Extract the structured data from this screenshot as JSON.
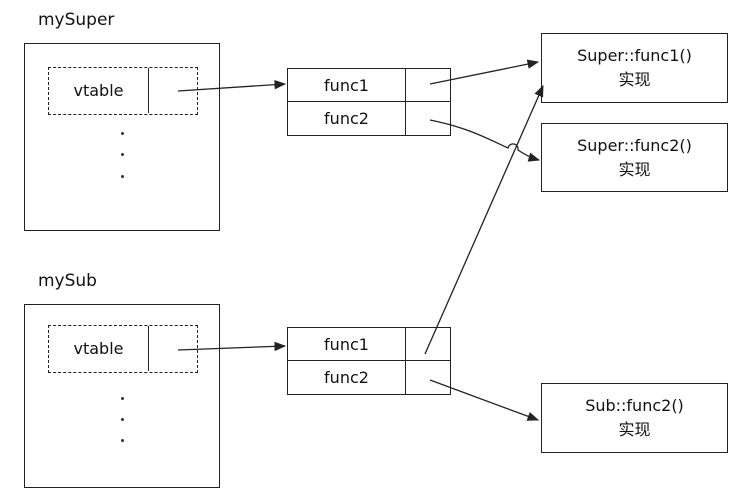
{
  "objects": {
    "super_label": "mySuper",
    "sub_label": "mySub",
    "vtable_label": "vtable",
    "ellipsis": "·"
  },
  "vtables": {
    "super": {
      "rows": [
        "func1",
        "func2"
      ]
    },
    "sub": {
      "rows": [
        "func1",
        "func2"
      ]
    }
  },
  "implementations": {
    "super_func1": {
      "signature": "Super::func1()",
      "caption": "实现"
    },
    "super_func2": {
      "signature": "Super::func2()",
      "caption": "实现"
    },
    "sub_func2": {
      "signature": "Sub::func2()",
      "caption": "实现"
    }
  },
  "colors": {
    "line": "#222222",
    "text": "#111111",
    "background": "#ffffff"
  }
}
